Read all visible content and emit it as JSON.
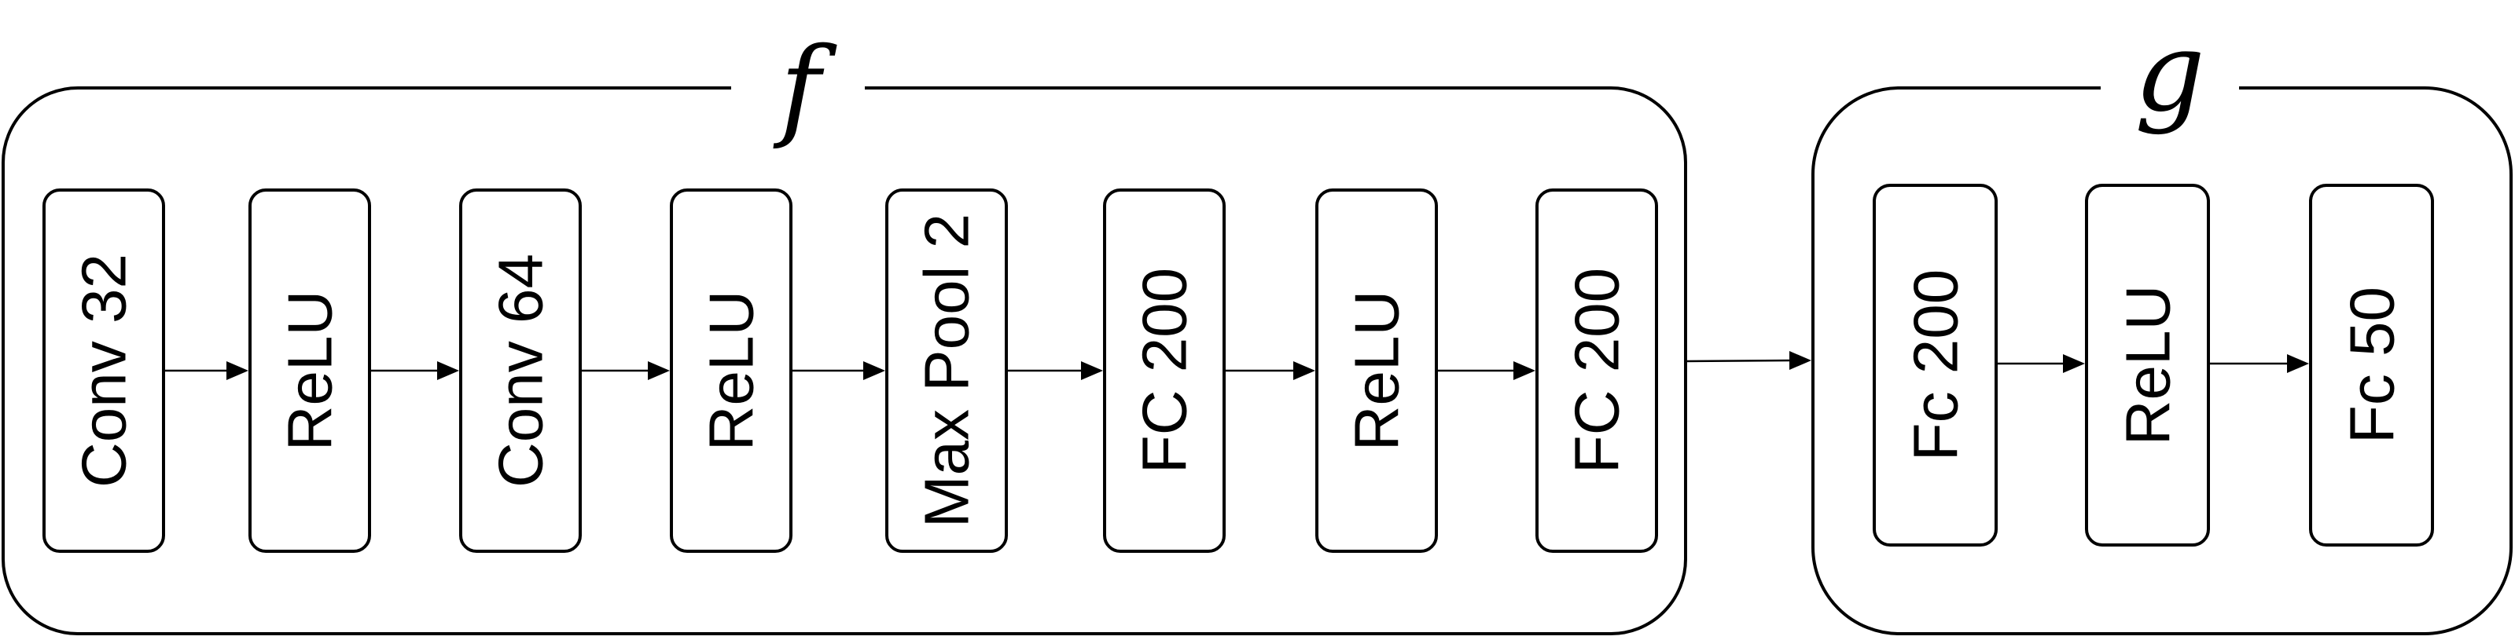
{
  "groups": [
    {
      "id": "f",
      "title": "f",
      "layers": [
        "Conv 32",
        "ReLU",
        "Conv 64",
        "ReLU",
        "Max Pool 2",
        "FC 200",
        "ReLU",
        "FC 200"
      ]
    },
    {
      "id": "g",
      "title": "g",
      "layers": [
        "Fc 200",
        "ReLU",
        "Fc 50"
      ]
    }
  ]
}
